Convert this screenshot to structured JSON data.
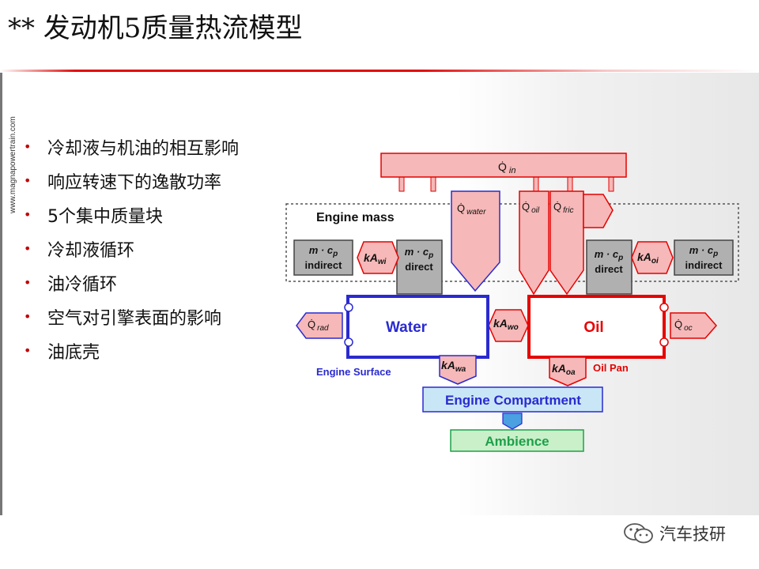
{
  "title": "** 发动机5质量热流模型",
  "side_url": "www.magnapowertrain.com",
  "bullets": [
    "冷却液与机油的相互影响",
    "响应转速下的逸散功率",
    "5个集中质量块",
    "冷却液循环",
    "油冷循环",
    "空气对引擎表面的影响",
    "油底壳"
  ],
  "diagram": {
    "q_in": {
      "base": "Q̇",
      "sub": "in"
    },
    "q_water": {
      "base": "Q̇",
      "sub": "water"
    },
    "q_oil": {
      "base": "Q̇",
      "sub": "oil"
    },
    "q_fric": {
      "base": "Q̇",
      "sub": "fric"
    },
    "engine_mass": "Engine mass",
    "mcp_left_indirect": {
      "line1": "m · c",
      "sub": "p",
      "line2": "indirect"
    },
    "mcp_left_direct": {
      "line1": "m · c",
      "sub": "p",
      "line2": "direct"
    },
    "mcp_right_direct": {
      "line1": "m · c",
      "sub": "p",
      "line2": "direct"
    },
    "mcp_right_indirect": {
      "line1": "m · c",
      "sub": "p",
      "line2": "indirect"
    },
    "ka_wi": {
      "base": "kA",
      "sub": "wi"
    },
    "ka_oi": {
      "base": "kA",
      "sub": "oi"
    },
    "ka_wo": {
      "base": "kA",
      "sub": "wo"
    },
    "ka_wa": {
      "base": "kA",
      "sub": "wa"
    },
    "ka_oa": {
      "base": "kA",
      "sub": "oa"
    },
    "q_rad": {
      "base": "Q̇",
      "sub": "rad"
    },
    "q_oc": {
      "base": "Q̇",
      "sub": "oc"
    },
    "water": "Water",
    "oil": "Oil",
    "engine_surface": "Engine Surface",
    "oil_pan": "Oil Pan",
    "engine_compartment": "Engine Compartment",
    "ambience": "Ambience"
  },
  "footer": {
    "brand": "汽车技研",
    "icon": "wechat-icon"
  },
  "colors": {
    "red": "#e60000",
    "blue": "#2a2ad0",
    "pink": "#f6b8b8",
    "gray": "#b0b0b0",
    "green": "#1ea04a"
  }
}
